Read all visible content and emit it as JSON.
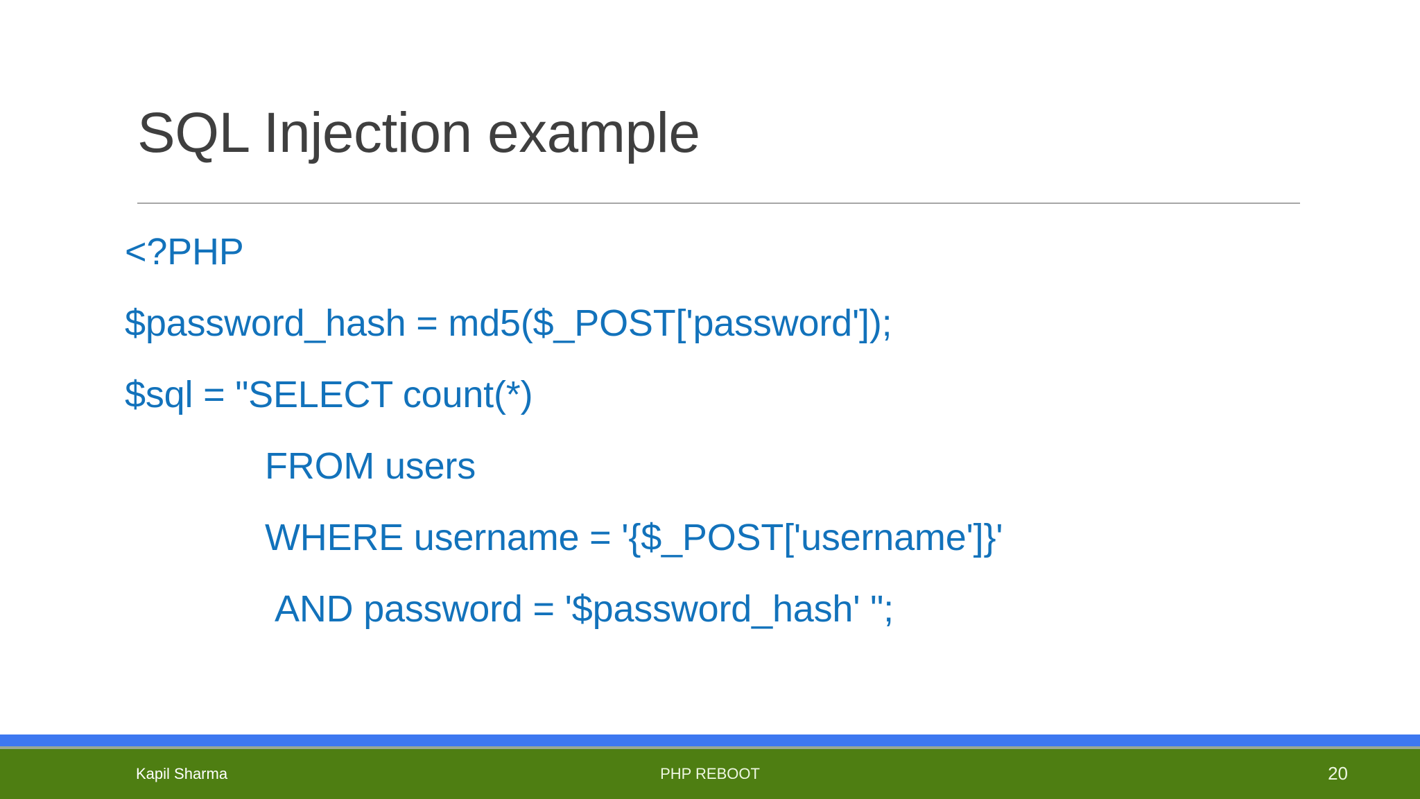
{
  "slide": {
    "title": "SQL Injection example",
    "title_color": "#3f3f3f",
    "rule_color": "#a6a6a6",
    "background": "#ffffff",
    "code_color": "#1272bb",
    "code_lines": [
      {
        "text": "<?PHP",
        "indent": 1
      },
      {
        "text": "$password_hash = md5($_POST['password']);",
        "indent": 1
      },
      {
        "text": "$sql = \"SELECT count(*)",
        "indent": 1
      },
      {
        "text": "FROM users",
        "indent": 2
      },
      {
        "text": "WHERE username = '{$_POST['username']}'",
        "indent": 2
      },
      {
        "text": "AND password = '$password_hash' \";",
        "indent": 3
      }
    ]
  },
  "footer": {
    "author": "Kapil Sharma",
    "deck_title": "PHP REBOOT",
    "slide_number": "20",
    "accent_color": "#3d78f0",
    "bar_color": "#4e7e12",
    "text_color": "#eef7e2"
  }
}
